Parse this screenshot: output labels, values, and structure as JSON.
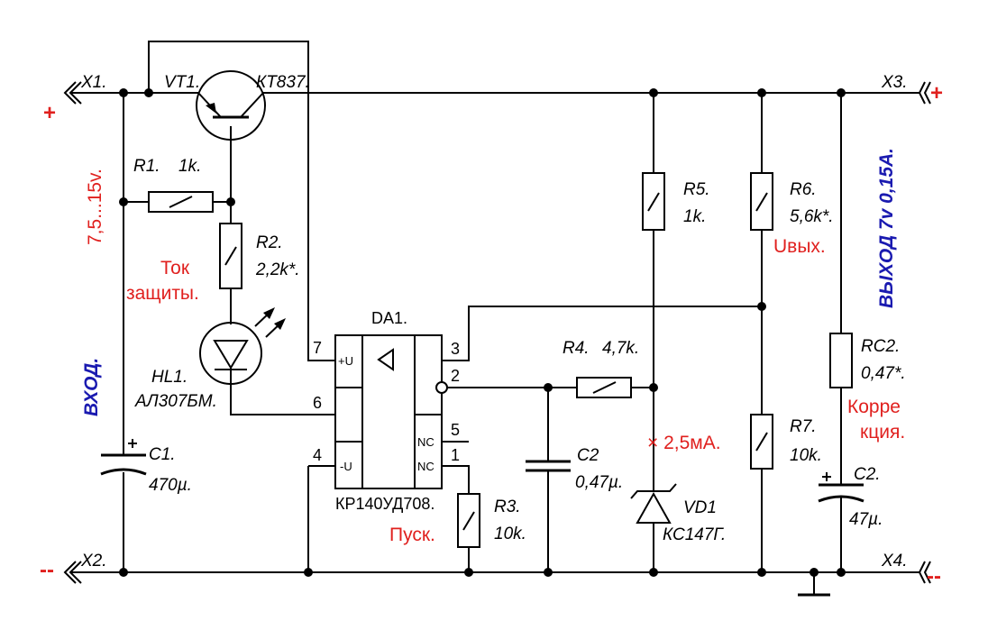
{
  "terminals": {
    "x1": "X1.",
    "x2": "X2.",
    "x3": "X3.",
    "x4": "X4.",
    "plus": "+",
    "minus": "--"
  },
  "transistor": {
    "ref": "VT1.",
    "type": "КТ837."
  },
  "resistors": {
    "r1": {
      "ref": "R1.",
      "value": "1k."
    },
    "r2": {
      "ref": "R2.",
      "value": "2,2k*."
    },
    "r3": {
      "ref": "R3.",
      "value": "10k."
    },
    "r4": {
      "ref": "R4.",
      "value": "4,7k."
    },
    "r5": {
      "ref": "R5.",
      "value": "1k."
    },
    "r6": {
      "ref": "R6.",
      "value": "5,6k*."
    },
    "r7": {
      "ref": "R7.",
      "value": "10k."
    },
    "rc2": {
      "ref": "RC2.",
      "value": "0,47*."
    }
  },
  "capacitors": {
    "c1": {
      "ref": "C1.",
      "value": "470µ."
    },
    "c2a": {
      "ref": "C2",
      "value": "0,47µ."
    },
    "c2b": {
      "ref": "C2.",
      "value": "47µ."
    }
  },
  "led": {
    "ref": "HL1.",
    "type": "АЛ307БМ."
  },
  "zener": {
    "ref": "VD1",
    "type": "КС147Г."
  },
  "opamp": {
    "ref": "DA1.",
    "type": "КР140УД708.",
    "pin_labels": {
      "plus_u": "+U",
      "minus_u": "-U",
      "nc": "NC"
    },
    "pins": {
      "p7": "7",
      "p6": "6",
      "p4": "4",
      "p3": "3",
      "p2": "2",
      "p5": "5",
      "p1": "1"
    }
  },
  "annotations": {
    "input_range": "7,5...15v.",
    "input_label": "ВХОД.",
    "output_label": "ВЫХОД  7v  0,15А.",
    "current_limit_1": "Ток",
    "current_limit_2": "защиты.",
    "start": "Пуск.",
    "uout": "Uвых.",
    "zener_current": "× 2,5мА.",
    "correction_1": "Корре",
    "correction_2": "кция."
  },
  "colors": {
    "red": "#e0201e",
    "blue": "#1a1ab0",
    "wire": "#000000"
  }
}
